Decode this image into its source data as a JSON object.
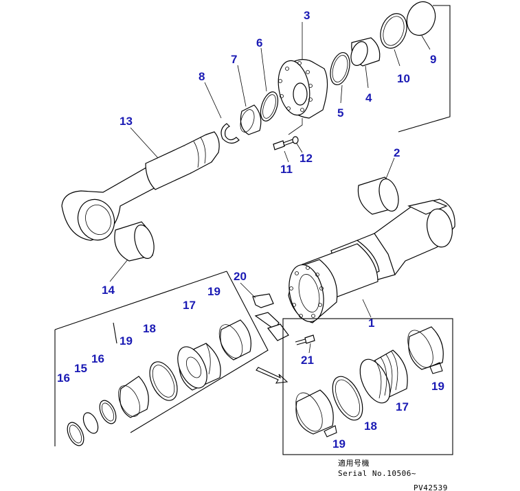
{
  "labels": {
    "p1": "1",
    "p2": "2",
    "p3": "3",
    "p4": "4",
    "p5": "5",
    "p6": "6",
    "p7": "7",
    "p8": "8",
    "p9": "9",
    "p10": "10",
    "p11": "11",
    "p12": "12",
    "p13": "13",
    "p14": "14",
    "p15": "15",
    "p16a": "16",
    "p16b": "16",
    "p17a": "17",
    "p17b": "17",
    "p18a": "18",
    "p18b": "18",
    "p19a": "19",
    "p19b": "19",
    "p19c": "19",
    "p19d": "19",
    "p20": "20",
    "p21": "21"
  },
  "note": {
    "applicable": "適用号機",
    "serial": "Serial No.10506~"
  },
  "drawing_no": "PV42539",
  "colors": {
    "callout": "#1a1ab4",
    "line": "#000000",
    "background": "#ffffff"
  }
}
